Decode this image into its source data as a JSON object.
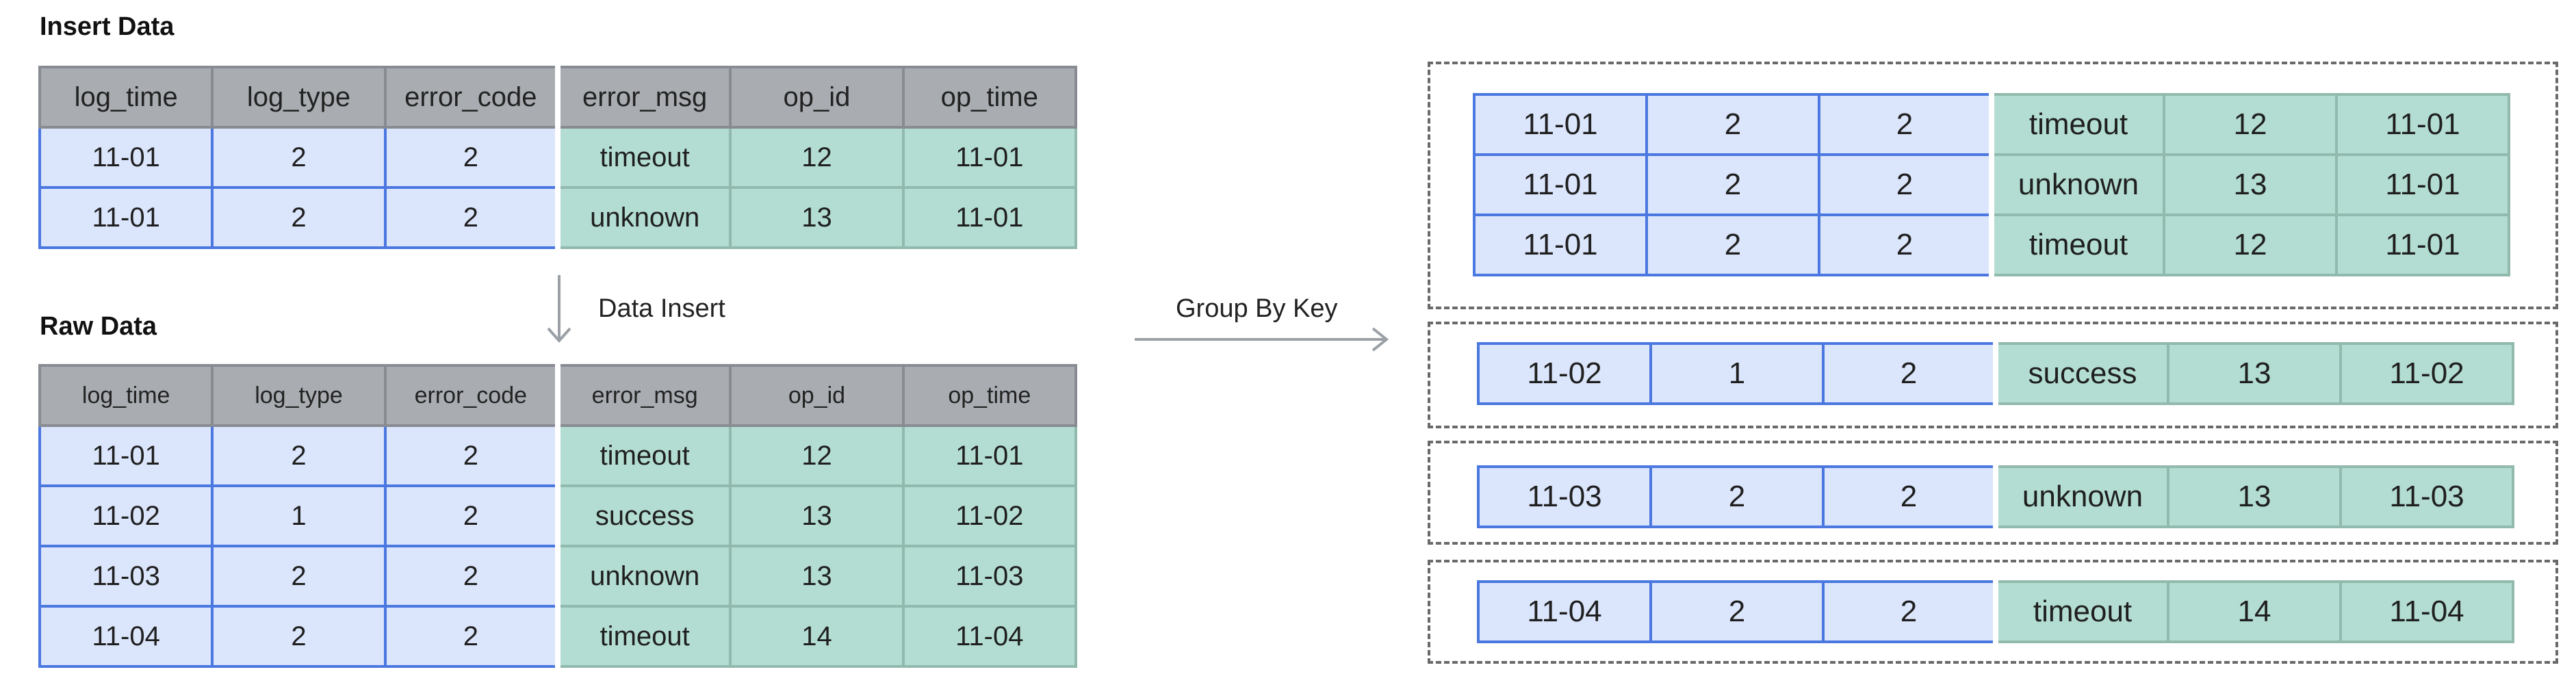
{
  "insert": {
    "title": "Insert Data",
    "columns": [
      "log_time",
      "log_type",
      "error_code",
      "error_msg",
      "op_id",
      "op_time"
    ],
    "rows": [
      [
        "11-01",
        "2",
        "2",
        "timeout",
        "12",
        "11-01"
      ],
      [
        "11-01",
        "2",
        "2",
        "unknown",
        "13",
        "11-01"
      ]
    ]
  },
  "raw": {
    "title": "Raw Data",
    "columns": [
      "log_time",
      "log_type",
      "error_code",
      "error_msg",
      "op_id",
      "op_time"
    ],
    "rows": [
      [
        "11-01",
        "2",
        "2",
        "timeout",
        "12",
        "11-01"
      ],
      [
        "11-02",
        "1",
        "2",
        "success",
        "13",
        "11-02"
      ],
      [
        "11-03",
        "2",
        "2",
        "unknown",
        "13",
        "11-03"
      ],
      [
        "11-04",
        "2",
        "2",
        "timeout",
        "14",
        "11-04"
      ]
    ]
  },
  "arrows": {
    "insert_label": "Data Insert",
    "group_label": "Group By Key"
  },
  "groups": [
    [
      [
        "11-01",
        "2",
        "2",
        "timeout",
        "12",
        "11-01"
      ],
      [
        "11-01",
        "2",
        "2",
        "unknown",
        "13",
        "11-01"
      ],
      [
        "11-01",
        "2",
        "2",
        "timeout",
        "12",
        "11-01"
      ]
    ],
    [
      [
        "11-02",
        "1",
        "2",
        "success",
        "13",
        "11-02"
      ]
    ],
    [
      [
        "11-03",
        "2",
        "2",
        "unknown",
        "13",
        "11-03"
      ]
    ],
    [
      [
        "11-04",
        "2",
        "2",
        "timeout",
        "14",
        "11-04"
      ]
    ]
  ],
  "colors": {
    "key_fill": "#dbe5fb",
    "key_border": "#4a78e0",
    "value_fill": "#b3ddd2",
    "value_border": "#92b9ad",
    "header_fill": "#a9adb2"
  }
}
